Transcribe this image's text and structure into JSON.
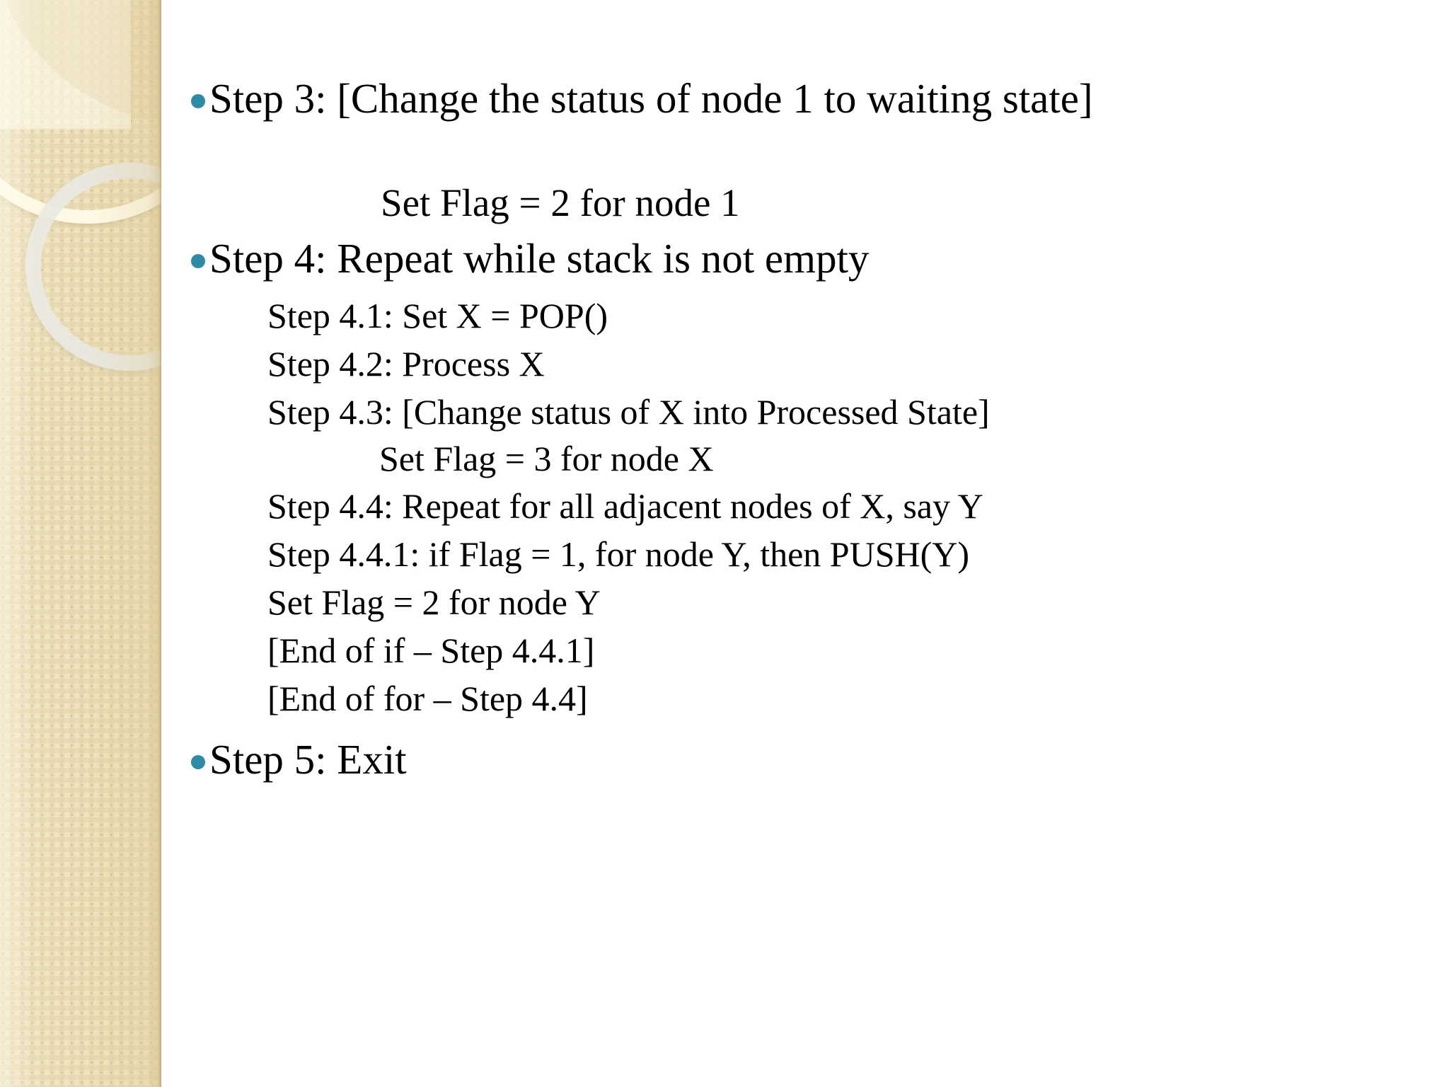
{
  "slide": {
    "background_color": "#ffffff",
    "bullet_color": "#2e8ba5",
    "text_color": "#000000",
    "sidebar": {
      "name": "decorative-band",
      "base_color": "#efe3c0",
      "pattern_color": "#d8c592",
      "ring_cream_color": "#fffbe9",
      "ring_grey_color": "#e8e8e2"
    }
  },
  "body": {
    "step3": {
      "label": "Step 3: [Change the status of node 1 to waiting state]"
    },
    "step3_action": {
      "label": "Set Flag = 2 for node 1"
    },
    "step4": {
      "label": "Step 4: Repeat while stack is not empty"
    },
    "substeps": [
      {
        "label": "Step 4.1: Set X = POP()"
      },
      {
        "label": "Step 4.2: Process X"
      },
      {
        "label": "Step 4.3: [Change status of X into Processed State]"
      },
      {
        "label": "Set Flag = 3 for node X"
      },
      {
        "label": "Step 4.4: Repeat for all adjacent nodes of X, say Y"
      },
      {
        "label": "Step 4.4.1: if Flag = 1, for node Y, then PUSH(Y)"
      },
      {
        "label": "Set Flag = 2 for node Y"
      },
      {
        "label": "[End of if – Step 4.4.1]"
      },
      {
        "label": "[End of for – Step 4.4]"
      }
    ],
    "step5": {
      "label": "Step 5: Exit"
    }
  }
}
